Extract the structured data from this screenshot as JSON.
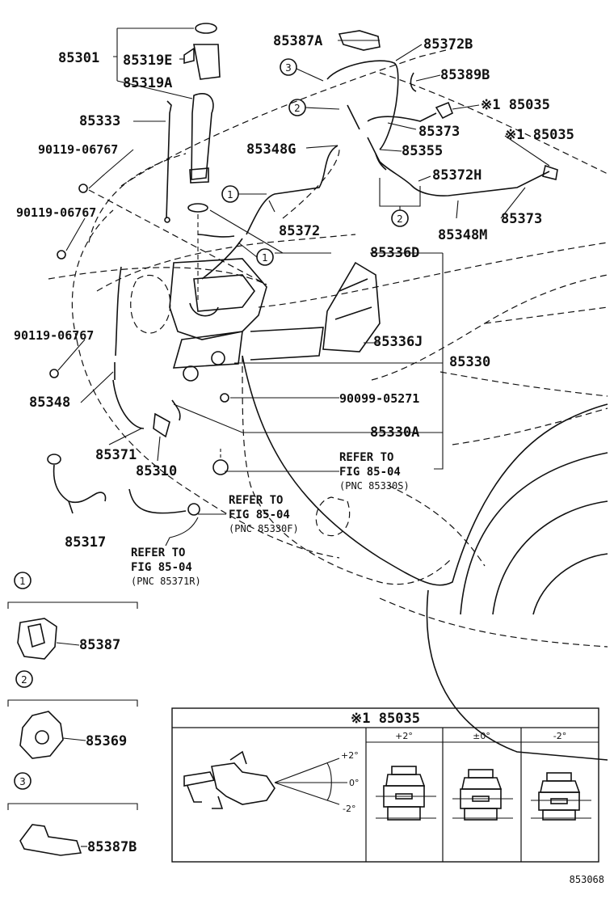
{
  "labels": {
    "p85301": "85301",
    "p85319E": "85319E",
    "p85319A": "85319A",
    "p85333": "85333",
    "p90119a": "90119-06767",
    "p90119b": "90119-06767",
    "p90119c": "90119-06767",
    "p85348": "85348",
    "p85371": "85371",
    "p85310": "85310",
    "p85317": "85317",
    "p85387A": "85387A",
    "p85372B": "85372B",
    "p85389B": "85389B",
    "p85035a": "※1 85035",
    "p85373a": "85373",
    "p85035b": "※1 85035",
    "p85348G": "85348G",
    "p85355": "85355",
    "p85372H": "85372H",
    "p85372": "85372",
    "p85348M": "85348M",
    "p85373b": "85373",
    "p85336D": "85336D",
    "p85336J": "85336J",
    "p85330": "85330",
    "p90099": "90099-05271",
    "p85330A": "85330A"
  },
  "refs": [
    {
      "line1": "REFER TO",
      "line2": "FIG 85-04",
      "pnc": "(PNC 85330S)"
    },
    {
      "line1": "REFER TO",
      "line2": "FIG 85-04",
      "pnc": "(PNC 85330F)"
    },
    {
      "line1": "REFER TO",
      "line2": "FIG 85-04",
      "pnc": "(PNC 85371R)"
    }
  ],
  "callouts": [
    "1",
    "2",
    "3"
  ],
  "legend": {
    "items": [
      {
        "num": "1",
        "part": "85387"
      },
      {
        "num": "2",
        "part": "85369"
      },
      {
        "num": "3",
        "part": "85387B"
      }
    ]
  },
  "nozzle_table": {
    "title": "※1 85035",
    "columns": [
      "+2°",
      "±0°",
      "-2°"
    ],
    "angles": [
      "+2°",
      "0°",
      "-2°"
    ]
  },
  "footer_code": "853068"
}
